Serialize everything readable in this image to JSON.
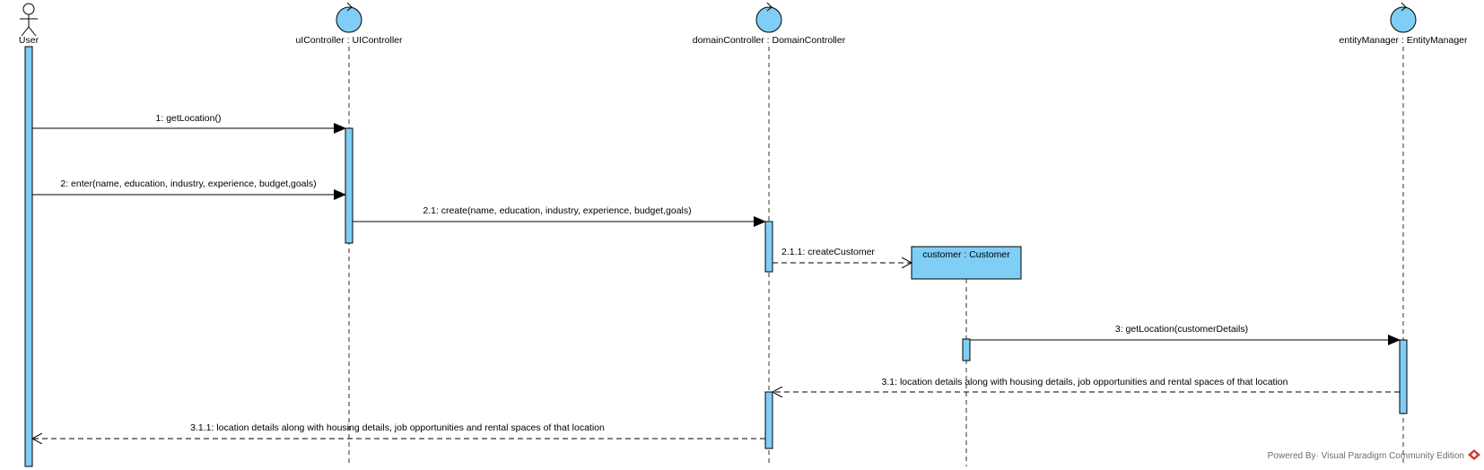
{
  "diagram": {
    "type": "sequence",
    "colors": {
      "fill": "#7ecef6",
      "stroke": "#000000",
      "line": "#333333",
      "watermark_icon": "#d9362b",
      "watermark_text": "#6e6e6e"
    },
    "participants": [
      {
        "id": "user",
        "kind": "actor",
        "label": "User"
      },
      {
        "id": "ui",
        "kind": "control",
        "label": "uIController : UIController"
      },
      {
        "id": "domain",
        "kind": "control",
        "label": "domainController : DomainController"
      },
      {
        "id": "customer",
        "kind": "object",
        "label": "customer : Customer"
      },
      {
        "id": "entity",
        "kind": "control",
        "label": "entityManager : EntityManager"
      }
    ],
    "messages": [
      {
        "id": "m1",
        "label": "1: getLocation()",
        "from": "user",
        "to": "ui",
        "style": "sync"
      },
      {
        "id": "m2",
        "label": "2: enter(name, education, industry, experience, budget,goals)",
        "from": "user",
        "to": "ui",
        "style": "sync"
      },
      {
        "id": "m21",
        "label": "2.1: create(name, education, industry, experience, budget,goals)",
        "from": "ui",
        "to": "domain",
        "style": "sync"
      },
      {
        "id": "m211",
        "label": "2.1.1: createCustomer",
        "from": "domain",
        "to": "customer",
        "style": "create"
      },
      {
        "id": "m3",
        "label": "3: getLocation(customerDetails)",
        "from": "customer",
        "to": "entity",
        "style": "sync"
      },
      {
        "id": "m31",
        "label": "3.1: location details along with housing details, job opportunities and rental spaces of that location",
        "from": "entity",
        "to": "domain",
        "style": "return"
      },
      {
        "id": "m311",
        "label": "3.1.1: location details along with housing details, job opportunities and rental spaces of that location",
        "from": "domain",
        "to": "user",
        "style": "return"
      }
    ]
  },
  "watermark": {
    "text": "Powered By· Visual Paradigm Community Edition",
    "icon": "visual-paradigm-logo"
  }
}
